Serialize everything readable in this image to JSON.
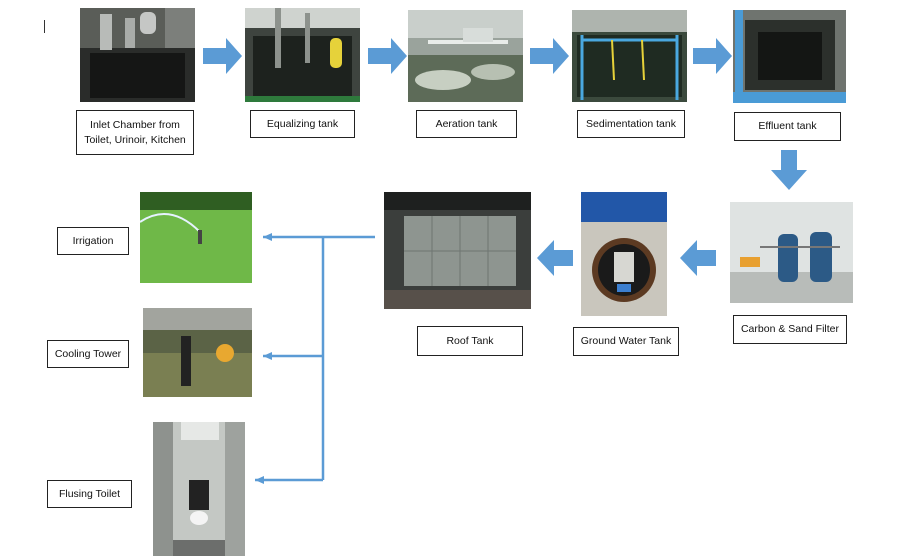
{
  "diagram": {
    "colors": {
      "block_arrow": "#5b9bd5",
      "line_arrow": "#5b9bd5",
      "label_border": "#222222"
    },
    "stages": {
      "inlet": "Inlet Chamber from\nToilet, Urinoir, Kitchen",
      "equalizing": "Equalizing tank",
      "aeration": "Aeration tank",
      "sedimentation": "Sedimentation tank",
      "effluent": "Effluent tank",
      "filter": "Carbon & Sand Filter",
      "ground": "Ground Water Tank",
      "roof": "Roof Tank"
    },
    "uses": {
      "irrigation": "Irrigation",
      "cooling": "Cooling Tower",
      "flushing": "Flusing Toilet"
    }
  }
}
